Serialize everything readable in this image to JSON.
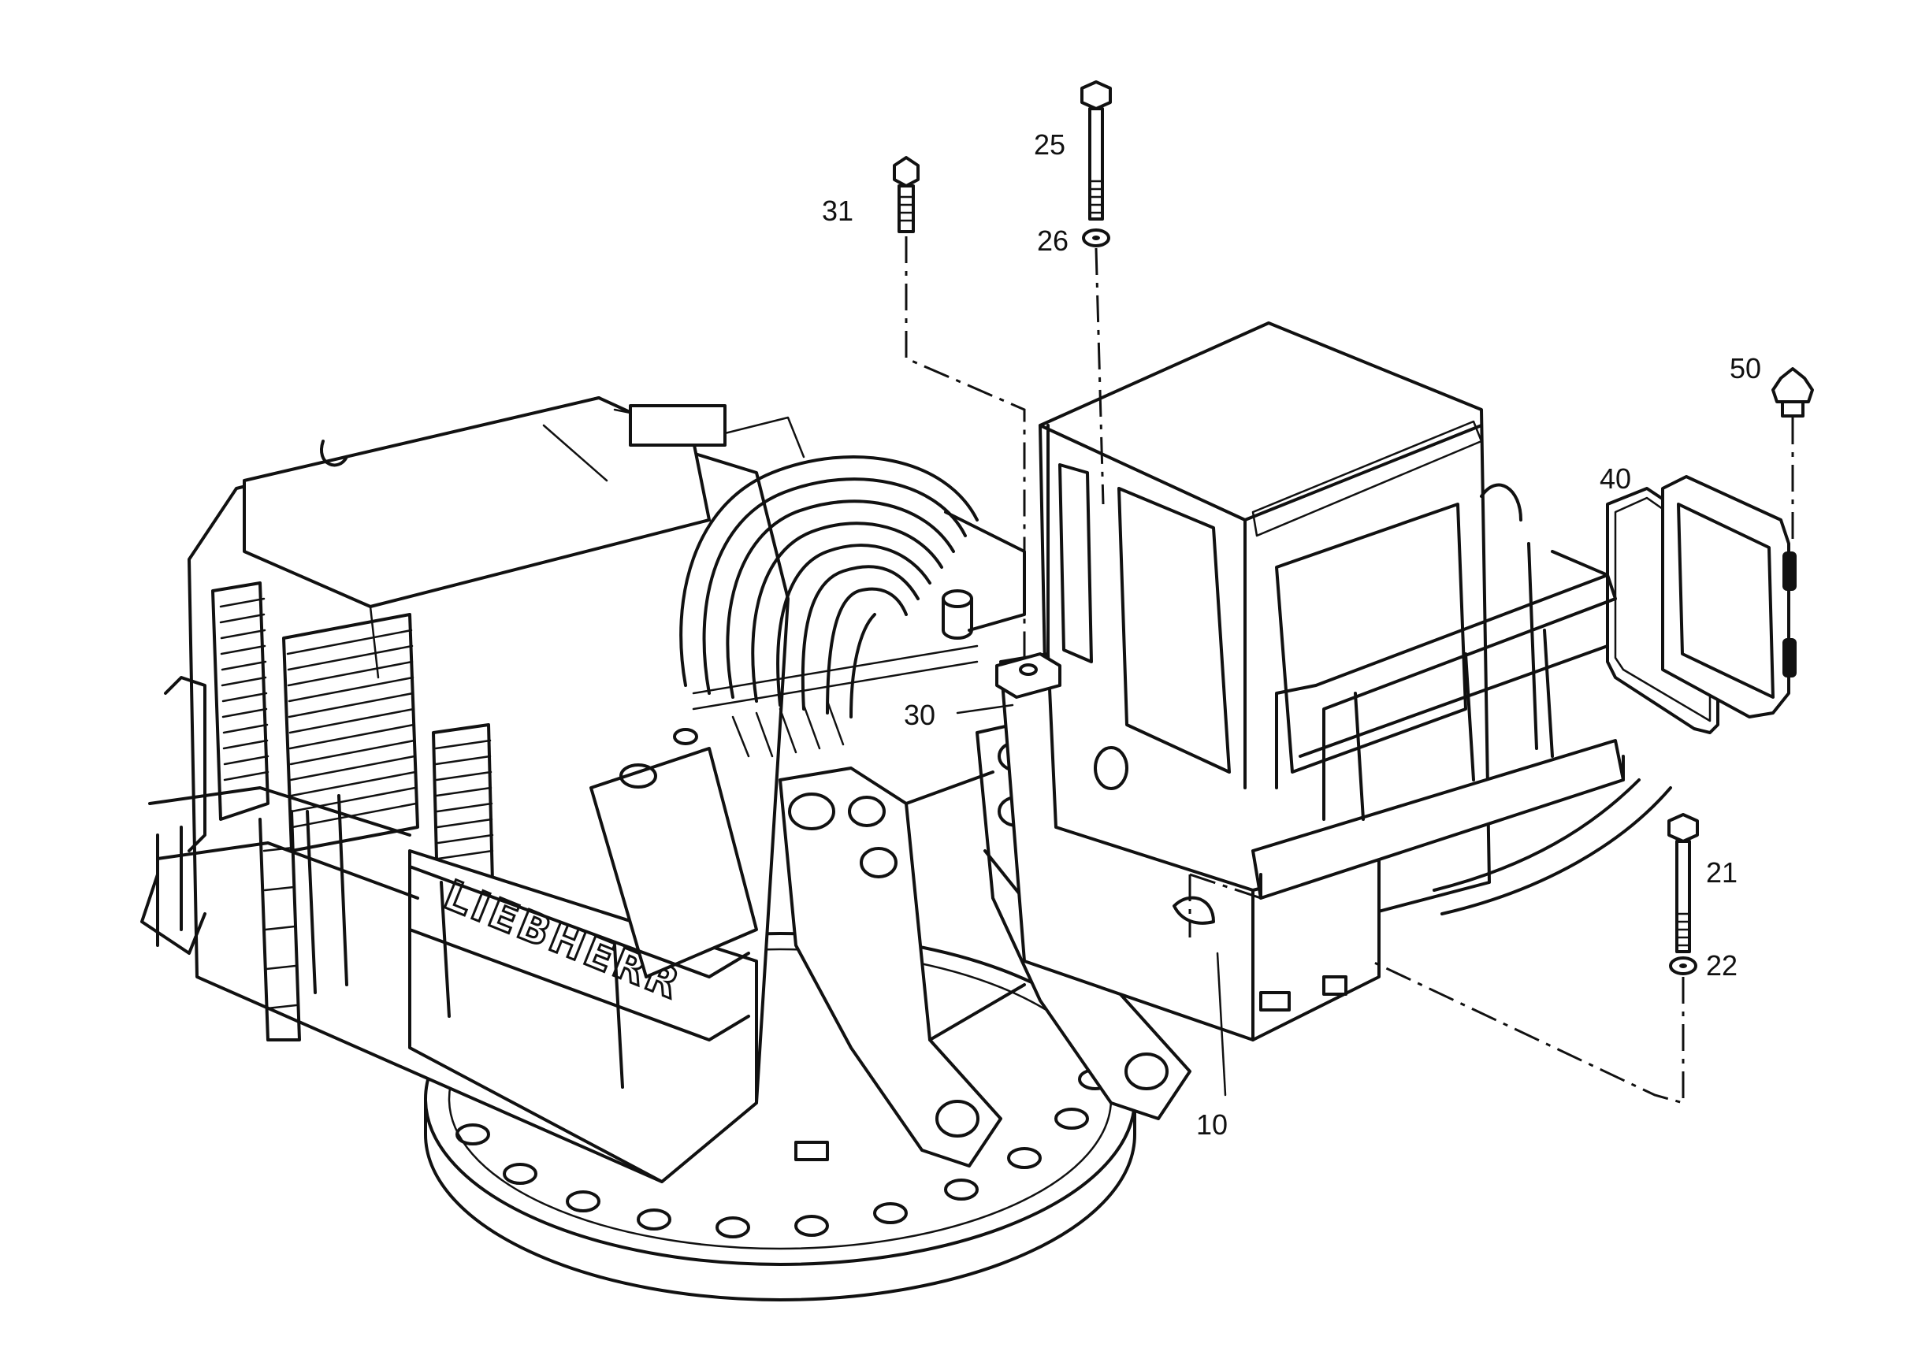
{
  "diagram": {
    "brand_text": "LIEBHERR",
    "callouts": {
      "c10": "10",
      "c21": "21",
      "c22": "22",
      "c25": "25",
      "c26": "26",
      "c30": "30",
      "c31": "31",
      "c40": "40",
      "c50": "50"
    }
  }
}
